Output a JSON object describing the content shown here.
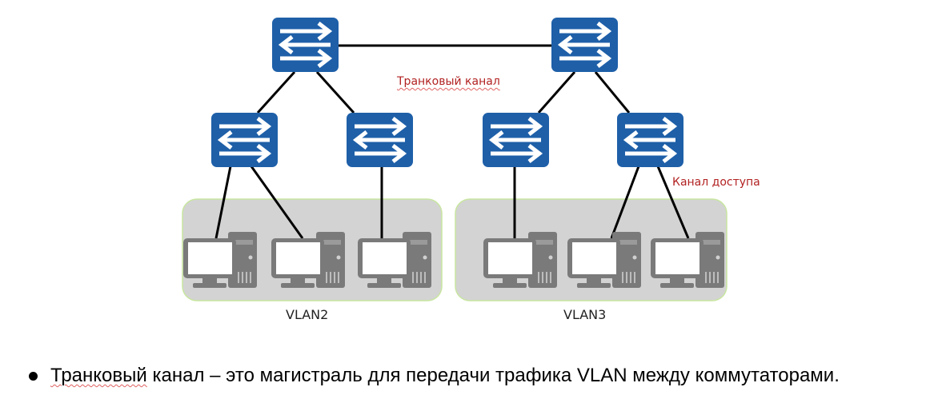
{
  "diagram": {
    "title": "VLAN trunk and access links",
    "labels": {
      "trunk_link": "Транковый канал",
      "access_link": "Канал доступа"
    },
    "vlans": [
      {
        "id": "vlan2",
        "label": "VLAN2",
        "computers": 3
      },
      {
        "id": "vlan3",
        "label": "VLAN3",
        "computers": 3
      }
    ],
    "colors": {
      "switch": "#1e5fa8",
      "switch_arrow": "#ffffff",
      "link": "#000000",
      "vlan_area": "#d3d3d3",
      "vlan_border": "#c8e6a0",
      "computer": "#7a7a7a",
      "screen": "#ffffff",
      "label_red": "#b22222"
    }
  },
  "bullet": {
    "text_trunk": "Транковый",
    "text_rest": " канал – это магистраль для передачи трафика VLAN между коммутаторами."
  }
}
